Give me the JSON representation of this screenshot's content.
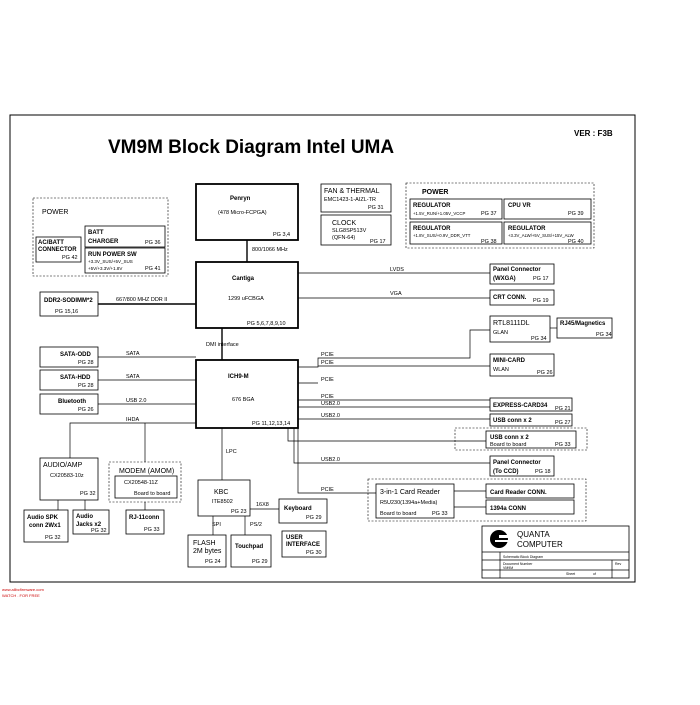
{
  "title": "VM9M Block Diagram Intel UMA",
  "version": "VER : F3B",
  "power_left": {
    "label": "POWER",
    "acbatt": [
      "AC/BATT",
      "CONNECTOR",
      "PG 42"
    ],
    "batt": [
      "BATT",
      "CHARGER",
      "PG 36"
    ],
    "runpower": [
      "RUN POWER SW",
      "+3.3V_SUS/+5V_SUS",
      "+5V/+3.3V/+1.8V",
      "PG 41"
    ]
  },
  "cpu": {
    "name": "Penryn",
    "pkg": "(478 Micro-FCPGA)",
    "pg": "PG 3,4"
  },
  "fsb": "800/1066 MHz",
  "cantiga": {
    "name": "Cantiga",
    "pkg": "1299 uFCBGA",
    "pg": "PG 5,6,7,8,9,10"
  },
  "ddr": {
    "name": "DDR2-SODIMM*2",
    "pg": "PG 15,16",
    "bus": "667/800 MHZ DDR II"
  },
  "fan": {
    "name": "FAN & THERMAL",
    "part": "EMC1423-1-AIZL-TR",
    "pg": "PG 31"
  },
  "clock": {
    "name": "CLOCK",
    "part": "SLG8SP513V",
    "pkg": "(QFN-64)",
    "pg": "PG 17"
  },
  "power_right": {
    "label": "POWER",
    "reg1": [
      "REGULATOR",
      "+1.5V_RUN/+1.05V_VCCP",
      "PG 37"
    ],
    "cpuvr": [
      "CPU VR",
      "PG 39"
    ],
    "reg2": [
      "REGULATOR",
      "+1.8V_SUS/+0.9V_DDR_VTT",
      "PG 38"
    ],
    "reg3": [
      "REGULATOR",
      "+3.3V_ALW/+5V_SUS/+15V_ALW",
      "PG 40"
    ]
  },
  "lvds": "LVDS",
  "vga": "VGA",
  "panel": {
    "name": "Panel Connector",
    "sub": "(WXGA)",
    "pg": "PG 17"
  },
  "crt": {
    "name": "CRT CONN.",
    "pg": "PG 19"
  },
  "dmi": "DMI interface",
  "ich": {
    "name": "ICH9-M",
    "pkg": "676 BGA",
    "pg": "PG 11,12,13,14"
  },
  "rtl": {
    "name": "RTL8111DL",
    "sub": "GLAN",
    "pg": "PG 34"
  },
  "rj45": {
    "name": "RJ45/Magnetics",
    "pg": "PG 34"
  },
  "minicard": {
    "name": "MINI-CARD",
    "sub": "WLAN",
    "pg": "PG 26"
  },
  "sata_odd": {
    "name": "SATA-ODD",
    "pg": "PG 28",
    "bus": "SATA"
  },
  "sata_hdd": {
    "name": "SATA-HDD",
    "pg": "PG 28",
    "bus": "SATA"
  },
  "bluetooth": {
    "name": "Bluetooth",
    "pg": "PG 26",
    "bus": "USB 2.0"
  },
  "ihda": "IHDA",
  "pcie": "PCIE",
  "usb20": "USB2.0",
  "express": {
    "name": "EXPRESS-CARD34",
    "pg": "PG 21"
  },
  "usbx2a": {
    "name": "USB conn x 2",
    "pg": "PG 27"
  },
  "usbx2b": {
    "name": "USB conn x 2",
    "sub": "Board to board",
    "pg": "PG 33"
  },
  "panel_ccd": {
    "name": "Panel Connector",
    "sub": "(To CCD)",
    "pg": "PG 18"
  },
  "audio": {
    "name": "AUDIO/AMP",
    "part": "CX20583-10z",
    "pg": "PG 32"
  },
  "modem": {
    "name": "MODEM (AMOM)",
    "part": "CX20548-11Z",
    "sub": "Board to board"
  },
  "spk": {
    "name": "Audio SPK",
    "sub": "conn 2Wx1",
    "pg": "PG 32"
  },
  "jacks": {
    "name": "Audio",
    "sub": "Jacks x2",
    "pg": "PG 32"
  },
  "rj11": {
    "name": "RJ-11conn",
    "pg": "PG 33"
  },
  "lpc": "LPC",
  "kbc": {
    "name": "KBC",
    "part": "ITE8502",
    "pg": "PG 23"
  },
  "bus16x8": "16X8",
  "spi": "SPI",
  "ps2": "PS/2",
  "keyboard": {
    "name": "Keyboard",
    "pg": "PG 29"
  },
  "flash": {
    "name": "FLASH",
    "sub": "2M bytes",
    "pg": "PG 24"
  },
  "touchpad": {
    "name": "Touchpad",
    "pg": "PG 29"
  },
  "userif": {
    "name": "USER",
    "sub": "INTERFACE",
    "pg": "PG 30"
  },
  "cardreader": {
    "name": "3-in-1 Card Reader",
    "part": "R5U230(1394a+Media)",
    "sub": "Board to board",
    "pg": "PG 33"
  },
  "crconn": {
    "name": "Card Reader CONN."
  },
  "conn1394": {
    "name": "1394a CONN"
  },
  "logo": {
    "name": "QUANTA",
    "sub": "COMPUTER"
  },
  "titleblock": {
    "row1": "Schematic Block Diagram",
    "row2a": "Document Number",
    "row2b": "VM9M",
    "rev": "Rev",
    "sheet": "Sheet",
    "of": "of"
  },
  "stamp": [
    "www.allbcfirmware.com",
    "WATCH . FOR FREE"
  ]
}
